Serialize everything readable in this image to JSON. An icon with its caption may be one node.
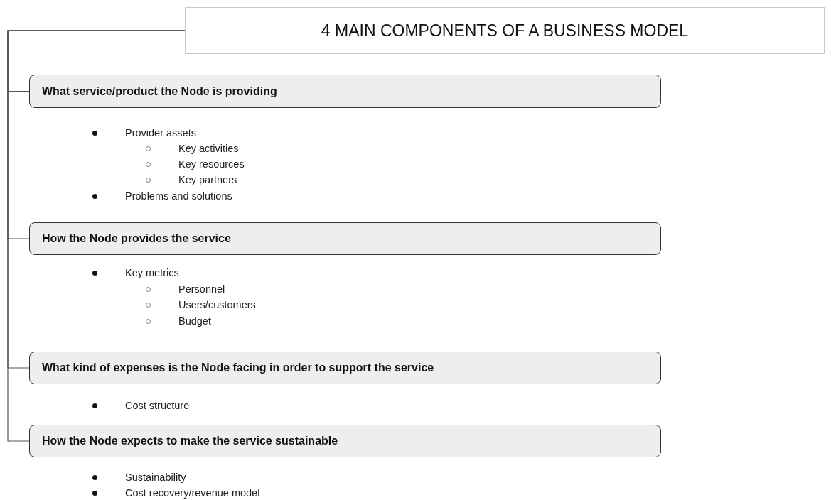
{
  "diagram": {
    "nodes": [
      {
        "text": [
          "4 MAIN COMPONENTS OF A BUSINESS MODEL"
        ]
      },
      {
        "text": [
          "What service/product the Node is providing"
        ],
        "beside": [
          "Provider assets",
          "Key activities",
          "Key resources",
          "Key partners",
          "Problems and solutions"
        ]
      },
      {
        "text": [
          "How the Node provides the service"
        ],
        "beside": [
          "Key metrics",
          "Personnel",
          "Users/customers",
          "Budget"
        ]
      },
      {
        "text": [
          "What kind of expenses is the Node facing in order to support the service"
        ],
        "beside": [
          "Cost structure"
        ]
      },
      {
        "text": [
          "How the Node expects to make the service sustainable"
        ],
        "beside": [
          "Sustainability",
          "Cost recovery/revenue model"
        ]
      }
    ],
    "edges": [
      {
        "from": 0,
        "to": 1,
        "arrow": "none"
      },
      {
        "from": 0,
        "to": 2,
        "arrow": "none"
      },
      {
        "from": 0,
        "to": 3,
        "arrow": "none"
      },
      {
        "from": 0,
        "to": 4,
        "arrow": "none"
      }
    ]
  }
}
